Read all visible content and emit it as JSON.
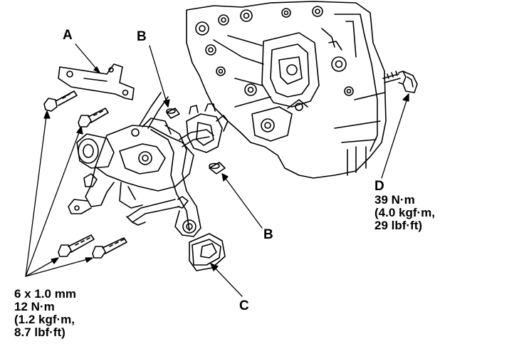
{
  "colors": {
    "ink": "#000000",
    "paper": "#ffffff"
  },
  "callouts": {
    "A": "A",
    "B_upper": "B",
    "B_lower": "B",
    "C": "C",
    "D": "D"
  },
  "torque_d": {
    "line1": "39 N·m",
    "line2": "(4.0 kgf·m,",
    "line3": "29 lbf·ft)"
  },
  "torque_bolts": {
    "line1": "6 x 1.0 mm",
    "line2": "12 N·m",
    "line3": "(1.2 kgf·m,",
    "line4": "8.7 lbf·ft)"
  }
}
